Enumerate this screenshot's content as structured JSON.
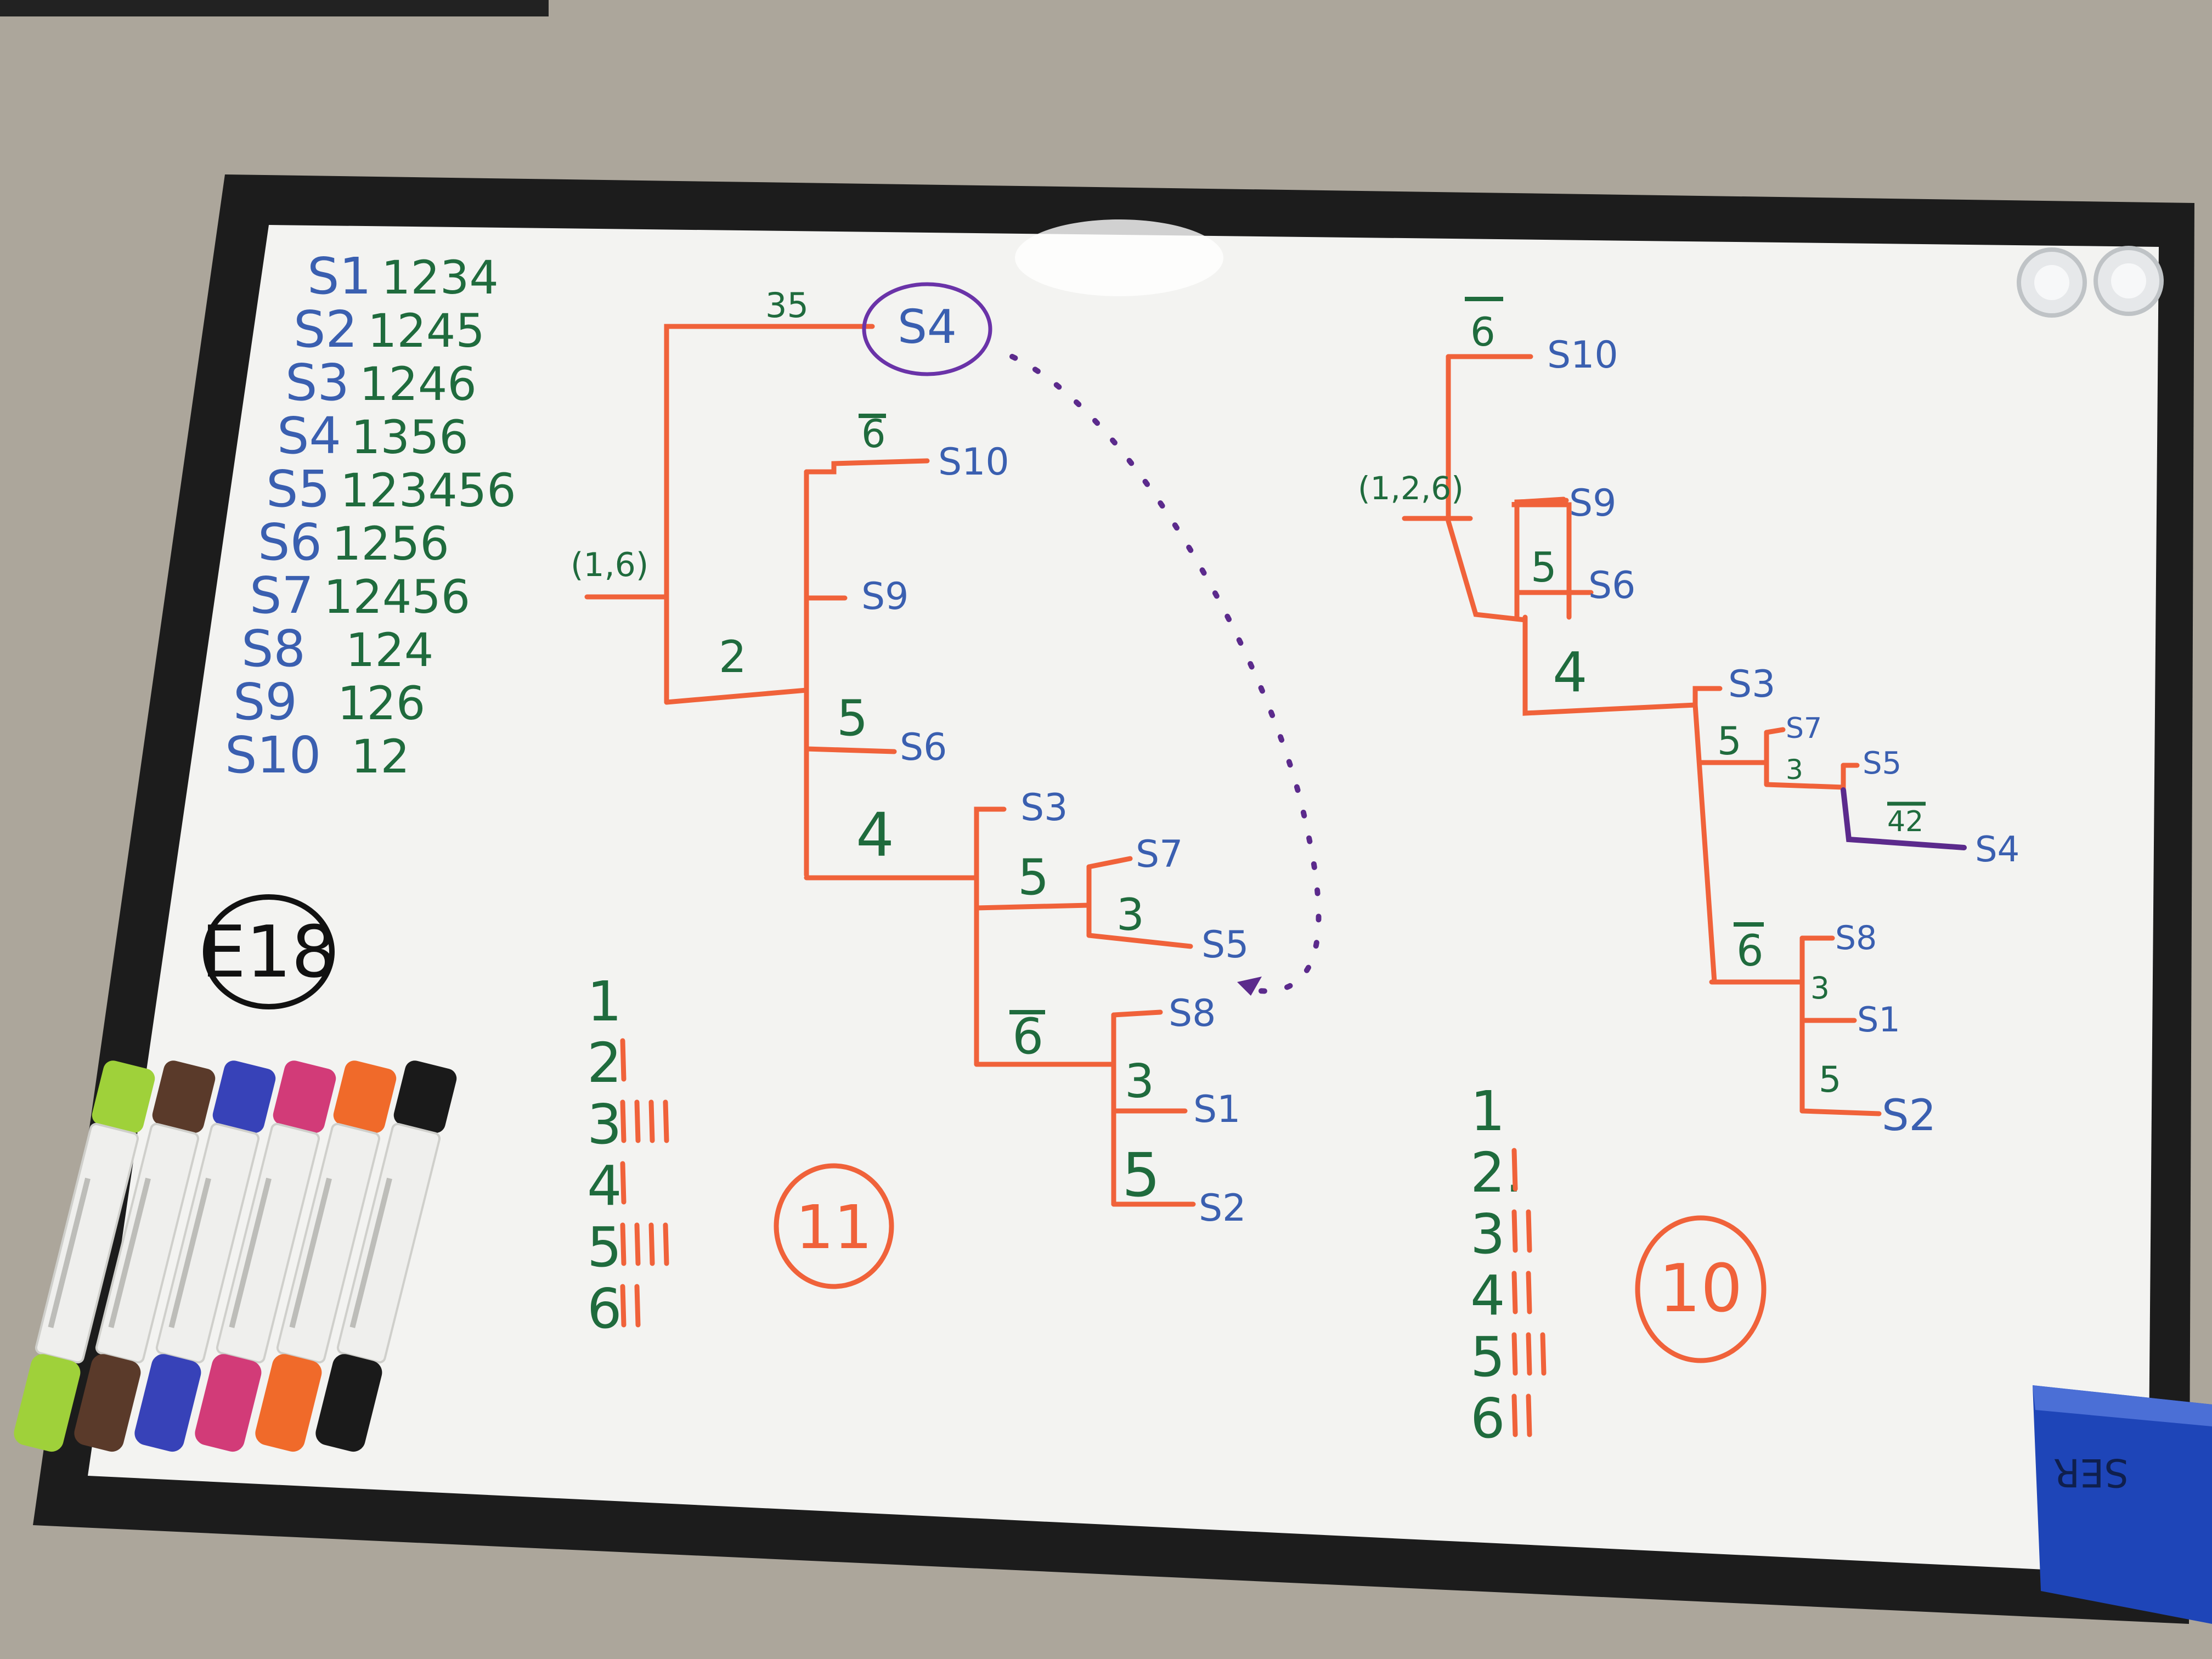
{
  "colors": {
    "table": "#aba59a",
    "frame": "#1c1c1c",
    "board": "#f4f4f2",
    "orange_line": "#f0623a",
    "green_text": "#1f6b3d",
    "blue_text": "#3a5fb0",
    "purple": "#5b2a8c",
    "black_text": "#111111"
  },
  "species_table": [
    {
      "name": "S1",
      "chars": "1234"
    },
    {
      "name": "S2",
      "chars": "1245"
    },
    {
      "name": "S3",
      "chars": "1246"
    },
    {
      "name": "S4",
      "chars": "1356"
    },
    {
      "name": "S5",
      "chars": "123456"
    },
    {
      "name": "S6",
      "chars": "1256"
    },
    {
      "name": "S7",
      "chars": "12456"
    },
    {
      "name": "S8",
      "chars": "124"
    },
    {
      "name": "S9",
      "chars": "126"
    },
    {
      "name": "S10",
      "chars": "12"
    }
  ],
  "badge": "E18",
  "tree1": {
    "root_label": "(1,6)",
    "s4_branch_label": "35",
    "s4_label": "S4",
    "labels": {
      "n2": "2",
      "n6": "6",
      "n5": "5",
      "n4": "4",
      "n5b": "5",
      "n3a": "3",
      "n6b": "6",
      "n3b": "3",
      "n5c": "5"
    },
    "leaves": {
      "s10": "S10",
      "s9": "S9",
      "s6": "S6",
      "s3": "S3",
      "s7": "S7",
      "s5": "S5",
      "s8": "S8",
      "s1": "S1",
      "s2": "S2"
    },
    "tally_numbers": [
      "1",
      "2",
      "3",
      "4",
      "5",
      "6"
    ],
    "tally_marks": [
      "",
      "I",
      "IIII",
      "I",
      "IIII",
      "II"
    ],
    "total": "11"
  },
  "tree2": {
    "root_label": "(1,2,6)",
    "labels": {
      "n6": "6",
      "n5": "5",
      "n4": "4",
      "n5b": "5",
      "n3a": "3",
      "n42": "42",
      "n6b": "6",
      "n3b": "3",
      "n5c": "5"
    },
    "leaves": {
      "s10": "S10",
      "s9": "S9",
      "s6": "S6",
      "s3": "S3",
      "s7": "S7",
      "s5": "S5",
      "s4": "S4",
      "s8": "S8",
      "s1": "S1",
      "s2": "S2"
    },
    "tally_numbers": [
      "1",
      "2.",
      "3",
      "4",
      "5",
      "6"
    ],
    "tally_marks": [
      "",
      "I",
      "II",
      "II",
      "III",
      "II"
    ],
    "total": "10"
  },
  "marker_colors": [
    "#9fd13a",
    "#5a3a2a",
    "#3742b8",
    "#d23b78",
    "#f06a2a",
    "#1a1a1a"
  ],
  "eraser_text": "SER"
}
